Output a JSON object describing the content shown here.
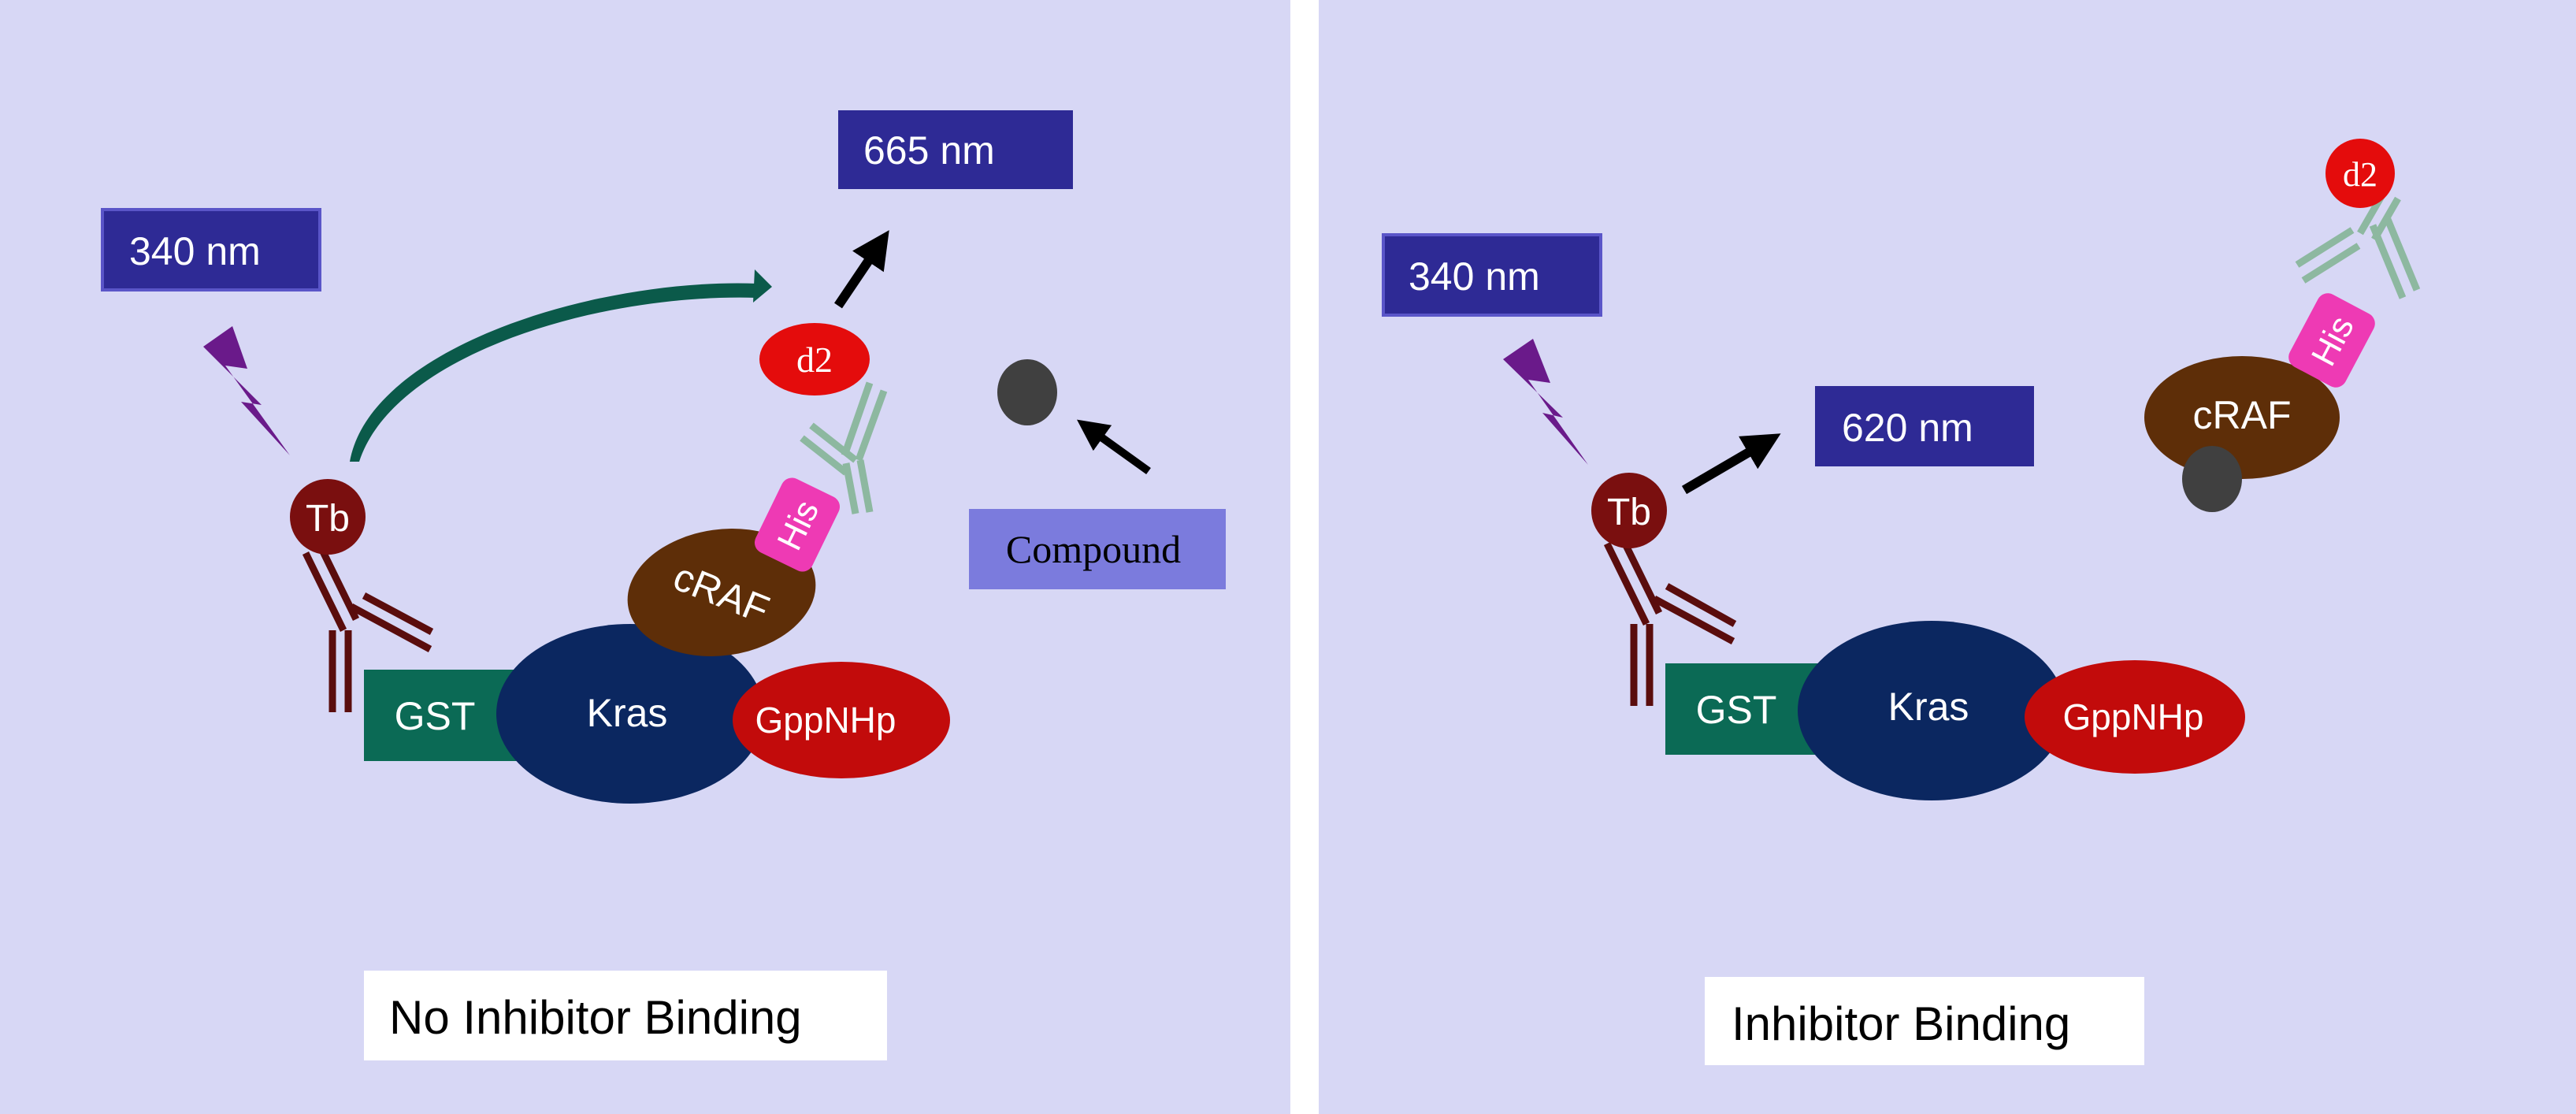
{
  "colors": {
    "panel_bg": "#d7d7f5",
    "divider": "#ffffff",
    "label_box": "#2e2a95",
    "compound_box": "#7b7bdd",
    "tb": "#7a0f0f",
    "antibody_dark": "#5a0d0d",
    "antibody_light": "#8db8a0",
    "lightning": "#6a1a8a",
    "gst": "#0b6a55",
    "kras": "#0b2760",
    "gppnhp": "#c20b0b",
    "craf": "#5e2e08",
    "his": "#ee3ab4",
    "d2": "#e40c0c",
    "compound": "#404040",
    "fret_arrow": "#0b5a4a",
    "arrow": "#000000"
  },
  "left_panel": {
    "excitation_label": "340 nm",
    "emission_label": "665 nm",
    "tb_label": "Tb",
    "gst_label": "GST",
    "kras_label": "Kras",
    "gppnhp_label": "GppNHp",
    "craf_label": "cRAF",
    "his_label": "His",
    "d2_label": "d2",
    "compound_label": "Compound",
    "caption": "No Inhibitor Binding"
  },
  "right_panel": {
    "excitation_label": "340 nm",
    "emission_label": "620 nm",
    "tb_label": "Tb",
    "gst_label": "GST",
    "kras_label": "Kras",
    "gppnhp_label": "GppNHp",
    "craf_label": "cRAF",
    "his_label": "His",
    "d2_label": "d2",
    "caption": "Inhibitor Binding"
  }
}
